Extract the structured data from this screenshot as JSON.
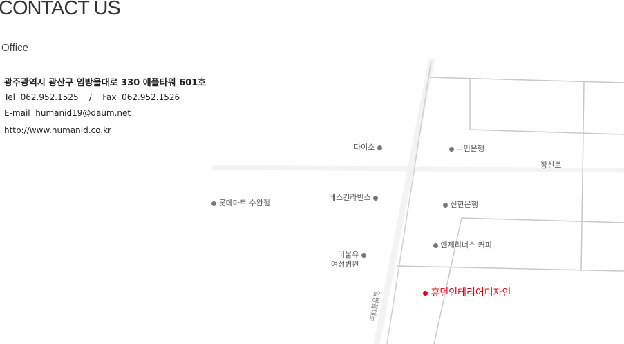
{
  "title": "CONTACT US",
  "section": "Office",
  "address": "광주광역시 광산구 임방울대로 330 애플타워 601호",
  "tel_label": "Tel",
  "tel": "062.952.1525",
  "sep": "/",
  "fax_label": "Fax",
  "fax": "062.952.1526",
  "email_label": "E-mail",
  "email": "humanid19@daum.net",
  "website": "http://www.humanid.co.kr",
  "map": {
    "places": [
      "다이소",
      "국민은행",
      "장신로",
      "롯데마트 수완점",
      "베스킨라빈스",
      "신한은행",
      "엔제리너스 커피",
      "더불유",
      "여성병원",
      "휴먼인테리어디자인",
      "임방울대로"
    ],
    "accent": "#e0000f"
  }
}
